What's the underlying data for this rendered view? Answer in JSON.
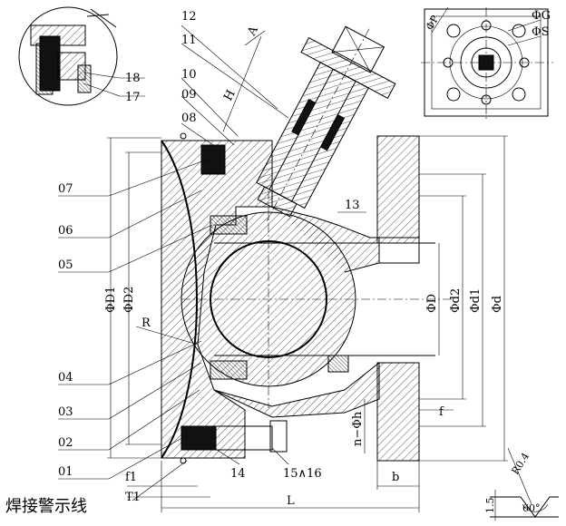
{
  "callouts": {
    "n12": "12",
    "n11": "11",
    "n10": "10",
    "n09": "09",
    "n08": "08",
    "n07": "07",
    "n06": "06",
    "n05": "05",
    "n04": "04",
    "n03": "03",
    "n02": "02",
    "n01": "01",
    "n18": "18",
    "n17": "17",
    "n13": "13",
    "n14": "14",
    "n15_16": "15∧16"
  },
  "dimensions": {
    "D1": "ΦD1",
    "D2": "ΦD2",
    "D": "ΦD",
    "d2": "Φd2",
    "d1": "Φd1",
    "d": "Φd",
    "R": "R",
    "f1": "f1",
    "T1": "T1",
    "L": "L",
    "b": "b",
    "f": "f",
    "nh": "n−Φh",
    "H": "H",
    "A": "A",
    "G": "ΦG",
    "S": "ΦS",
    "P": "ΦP",
    "R04": "R0.4",
    "angle": "60°",
    "depth": "1.5"
  },
  "annotation": {
    "weld_warning": "焊接警示线"
  }
}
